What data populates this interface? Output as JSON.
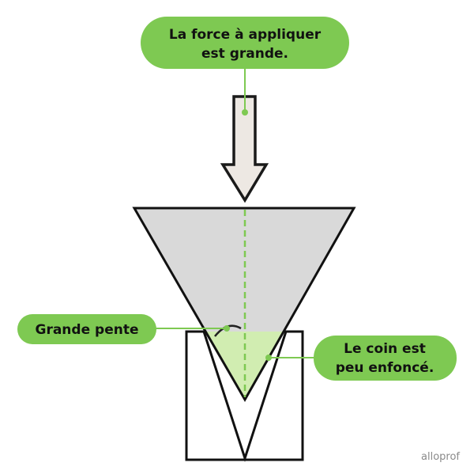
{
  "callouts": {
    "force": {
      "line1": "La force à appliquer",
      "line2": "est grande."
    },
    "slope": {
      "text": "Grande pente"
    },
    "depth": {
      "line1": "Le coin est",
      "line2": "peu enfoncé."
    }
  },
  "logo": "alloprof",
  "colors": {
    "accent": "#7ec952",
    "light_green": "#d1edb1",
    "wedge": "#d9d9d9",
    "arrow": "#ede8e3",
    "stroke": "#1a1a1a"
  }
}
